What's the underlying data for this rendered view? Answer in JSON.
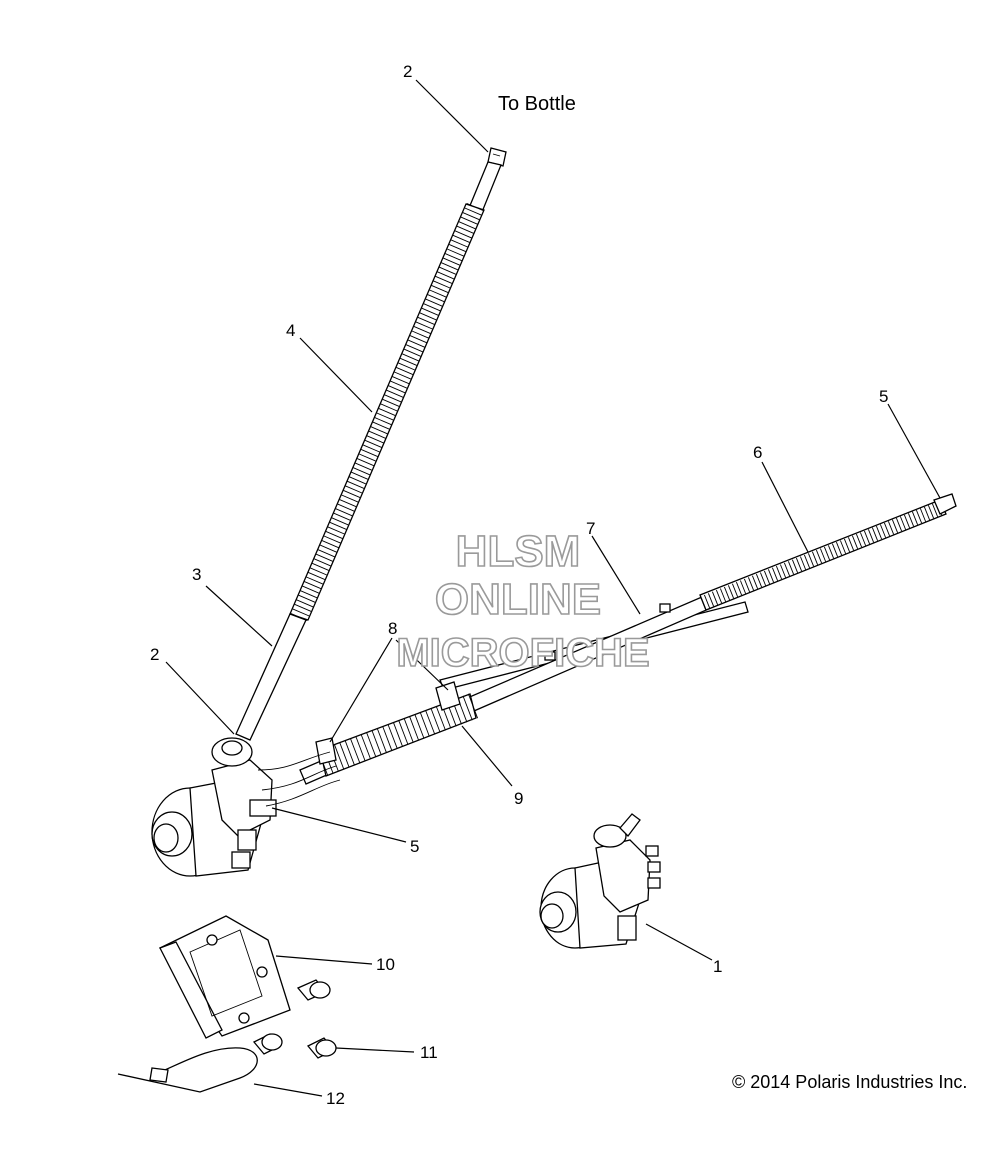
{
  "note": "To Bottle",
  "copyright": "© 2014 Polaris Industries Inc.",
  "watermark": {
    "line1": "HLSM",
    "line2": "ONLINE",
    "line3": "MICROFICHE",
    "stroke_color": "#9a9a9a"
  },
  "callouts": {
    "c2_top": "2",
    "c4": "4",
    "c3": "3",
    "c2_left": "2",
    "c8": "8",
    "c7": "7",
    "c6": "6",
    "c5_right": "5",
    "c9": "9",
    "c5_pump": "5",
    "c10": "10",
    "c11": "11",
    "c12": "12",
    "c1": "1"
  }
}
